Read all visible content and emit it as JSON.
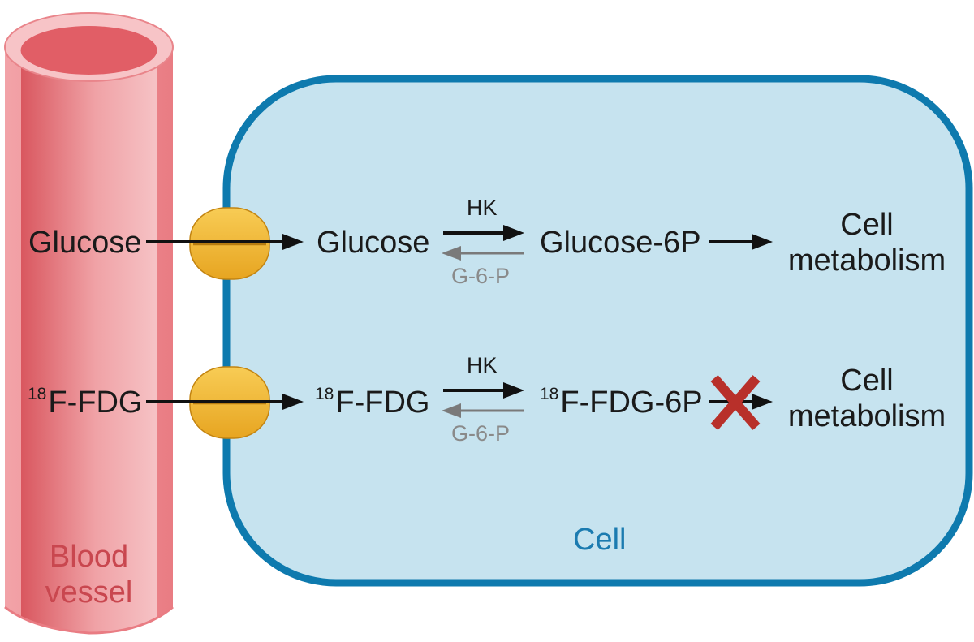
{
  "vessel": {
    "line1": "Blood",
    "line2": "vessel"
  },
  "cell": {
    "label": "Cell"
  },
  "row1": {
    "outside": "Glucose",
    "inside": "Glucose",
    "forward_enzyme": "HK",
    "reverse_enzyme": "G-6-P",
    "product": "Glucose-6P",
    "fate_line1": "Cell",
    "fate_line2": "metabolism"
  },
  "row2": {
    "isotope": "18",
    "outside": "F-FDG",
    "inside": "F-FDG",
    "forward_enzyme": "HK",
    "reverse_enzyme": "G-6-P",
    "product": "F-FDG-6P",
    "fate_line1": "Cell",
    "fate_line2": "metabolism"
  },
  "colors": {
    "vessel": "#e8858b",
    "vessel_text": "#c9474f",
    "cell_fill": "#c6e3ef",
    "cell_border": "#0e7aae",
    "transporter": "#f2b632",
    "block_x": "#b8302a"
  }
}
